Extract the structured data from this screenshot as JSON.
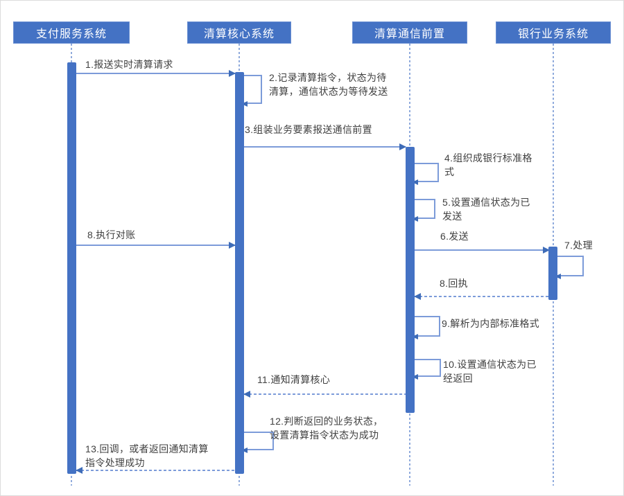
{
  "colors": {
    "actor_fill": "#4472C4",
    "activation_bar_fill": "#4472C4",
    "message_line": "#7C9BD9",
    "arrowhead": "#3E6CB8",
    "lifeline": "#8FAADC",
    "label_text": "#404040"
  },
  "actors": [
    {
      "label": "支付服务系统"
    },
    {
      "label": "清算核心系统"
    },
    {
      "label": "清算通信前置"
    },
    {
      "label": "银行业务系统"
    }
  ],
  "messages": {
    "m1": {
      "label": "1.报送实时清算请求",
      "from": "支付服务系统",
      "to": "清算核心系统",
      "line": "solid"
    },
    "m2": {
      "label": "2.记录清算指令，状态为待\n清算，通信状态为等待发送",
      "from": "清算核心系统",
      "to": "清算核心系统",
      "line": "self"
    },
    "m3": {
      "label": "3.组装业务要素报送通信前置",
      "from": "清算核心系统",
      "to": "清算通信前置",
      "line": "solid"
    },
    "m4": {
      "label": "4.组织成银行标准格\n式",
      "from": "清算通信前置",
      "to": "清算通信前置",
      "line": "self"
    },
    "m5": {
      "label": "5.设置通信状态为已\n发送",
      "from": "清算通信前置",
      "to": "清算通信前置",
      "line": "self"
    },
    "m6": {
      "label": "6.发送",
      "from": "清算通信前置",
      "to": "银行业务系统",
      "line": "solid"
    },
    "m7": {
      "label": "7.处理",
      "from": "银行业务系统",
      "to": "银行业务系统",
      "line": "self"
    },
    "m8_recon": {
      "label": "8.执行对账",
      "from": "支付服务系统",
      "to": "清算核心系统",
      "line": "solid"
    },
    "m8_receipt": {
      "label": "8.回执",
      "from": "银行业务系统",
      "to": "清算通信前置",
      "line": "dashed"
    },
    "m9": {
      "label": "9.解析为内部标准格式",
      "from": "清算通信前置",
      "to": "清算通信前置",
      "line": "self"
    },
    "m10": {
      "label": "10.设置通信状态为已\n经返回",
      "from": "清算通信前置",
      "to": "清算通信前置",
      "line": "self"
    },
    "m11": {
      "label": "11.通知清算核心",
      "from": "清算通信前置",
      "to": "清算核心系统",
      "line": "dashed"
    },
    "m12": {
      "label": "12.判断返回的业务状态，\n设置清算指令状态为成功",
      "from": "清算核心系统",
      "to": "清算核心系统",
      "line": "self"
    },
    "m13": {
      "label": "13.回调，或者返回通知清算\n指令处理成功",
      "from": "清算核心系统",
      "to": "支付服务系统",
      "line": "dashed"
    }
  }
}
